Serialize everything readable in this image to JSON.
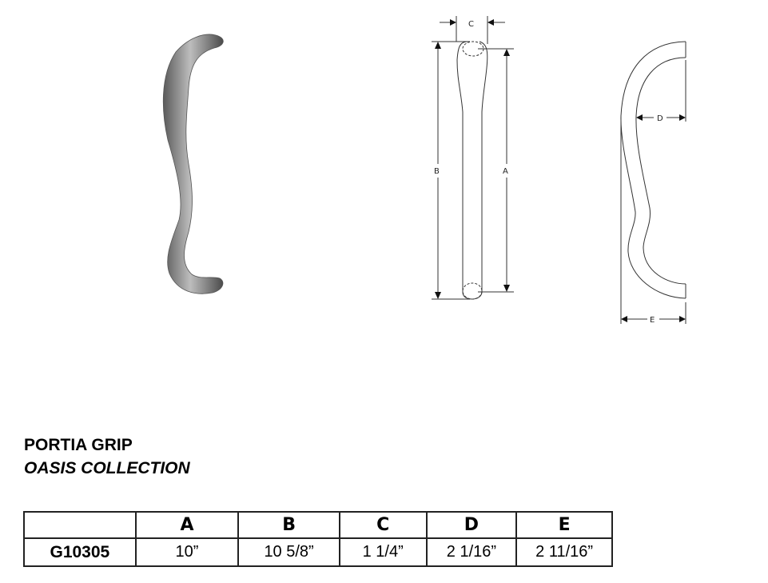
{
  "product": {
    "name": "PORTIA GRIP",
    "collection": "OASIS COLLECTION"
  },
  "diagram": {
    "labels": {
      "a": "A",
      "b": "B",
      "c": "C",
      "d": "D",
      "e": "E"
    }
  },
  "table": {
    "headers": [
      "",
      "A",
      "B",
      "C",
      "D",
      "E"
    ],
    "rows": [
      {
        "model": "G10305",
        "values": [
          "10”",
          "10 5/8”",
          "1 1/4”",
          "2 1/16”",
          "2 11/16”"
        ]
      }
    ]
  }
}
